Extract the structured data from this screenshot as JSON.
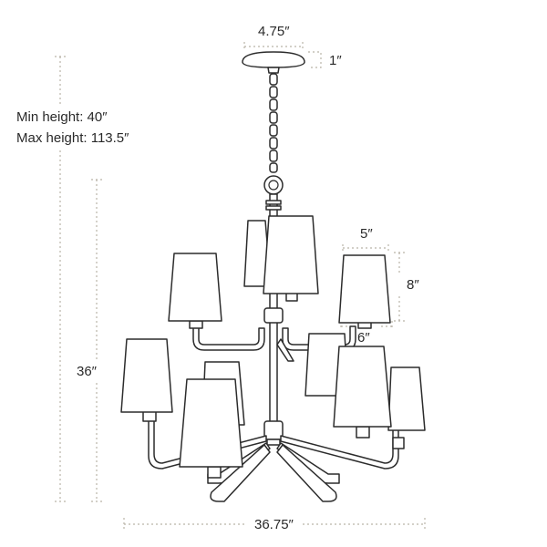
{
  "dimensions": {
    "canopy_width": "4.75″",
    "canopy_height": "1″",
    "min_height": "Min height: 40″",
    "max_height": "Max height: 113.5″",
    "fixture_height": "36″",
    "fixture_width": "36.75″",
    "shade_top": "5″",
    "shade_height": "8″",
    "shade_bottom": "6″"
  },
  "colors": {
    "line": "#2c2c2c",
    "dimension_line": "#b9b3a8",
    "background": "#ffffff"
  }
}
